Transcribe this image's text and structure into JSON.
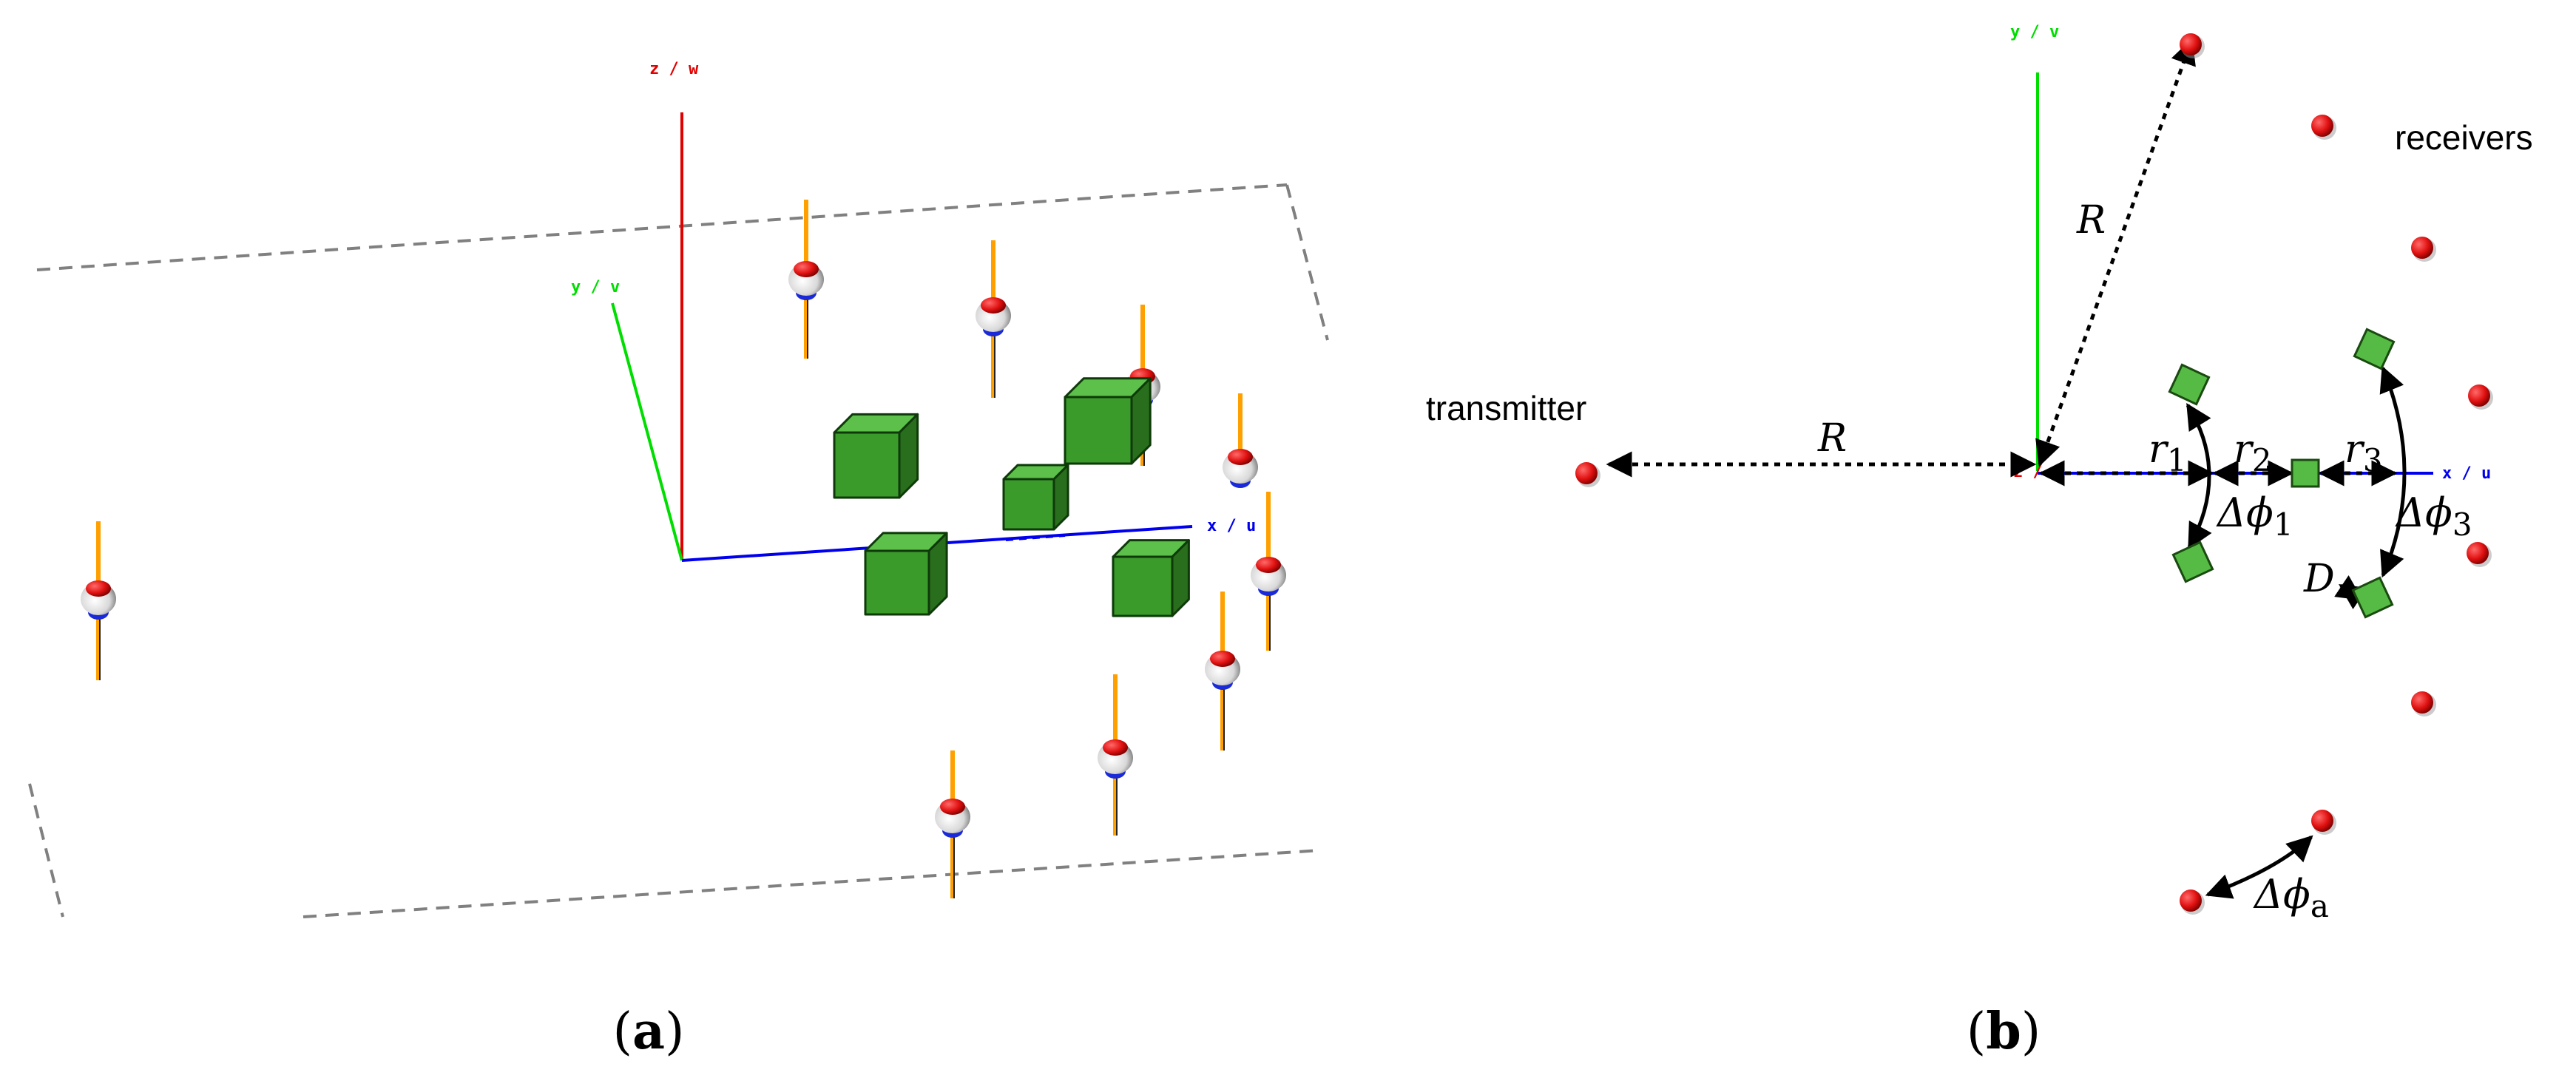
{
  "panel_a": {
    "caption_open": "(",
    "caption_letter": "a",
    "caption_close": ")",
    "axes": {
      "z": "z / w",
      "y": "y / v",
      "x": "x / u"
    },
    "colors": {
      "z_axis": "#e00000",
      "y_axis": "#00dd00",
      "x_axis": "#0000ee",
      "rod": "#ffa000",
      "cube": "#3a9a2a",
      "cube_edge": "#0e3a0a",
      "frame": "#808080"
    }
  },
  "panel_b": {
    "caption_open": "(",
    "caption_letter": "b",
    "caption_close": ")",
    "transmitter_label": "transmitter",
    "receivers_label": "receivers",
    "axes": {
      "y": "y / v",
      "x": "x / u",
      "z": "z /"
    },
    "symbols": {
      "R_left": "R",
      "R_top": "R",
      "r1": "r",
      "r1_sub": "1",
      "r2": "r",
      "r2_sub": "2",
      "r3": "r",
      "r3_sub": "3",
      "dphi1": "Δϕ",
      "dphi1_sub": "1",
      "dphi3": "Δϕ",
      "dphi3_sub": "3",
      "dphia": "Δϕ",
      "dphia_sub": "a",
      "D": "D"
    },
    "colors": {
      "point": "#e01010",
      "square": "#55bb44",
      "square_edge": "#1a4a10"
    }
  }
}
